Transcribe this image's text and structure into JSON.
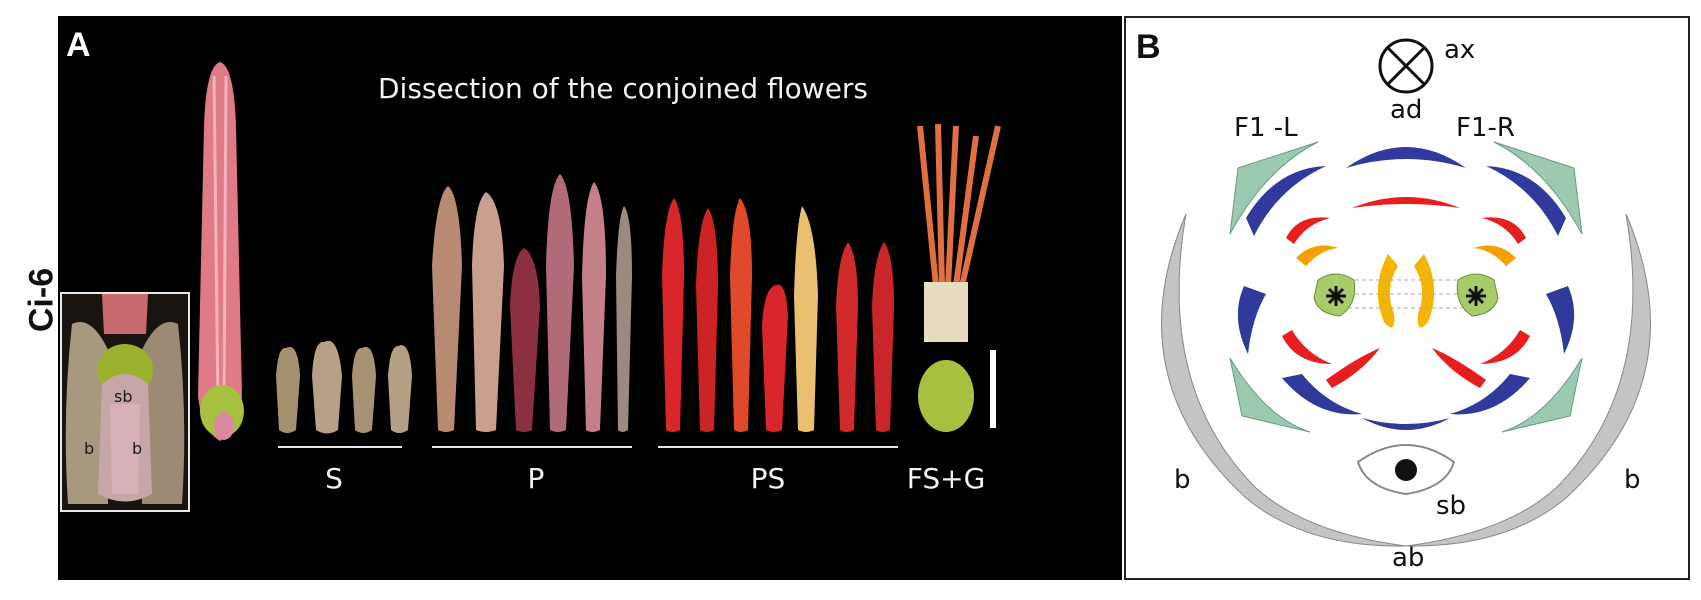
{
  "row_label": "Ci-6",
  "panel_a": {
    "letter": "A",
    "title": "Dissection of the conjoined flowers",
    "inset_labels": {
      "sb": "sb",
      "b_left": "b",
      "b_right": "b"
    },
    "groups": [
      {
        "label": "S"
      },
      {
        "label": "P"
      },
      {
        "label": "PS"
      },
      {
        "label": "FS+G"
      }
    ],
    "colors": {
      "background": "#000000",
      "bract_green": "#b8c83a",
      "tepal_red": "#d8262a",
      "bud_pink": "#e07a86"
    }
  },
  "panel_b": {
    "letter": "B",
    "labels": {
      "axis": "ax",
      "adaxial": "ad",
      "abaxial": "ab",
      "flower_left": "F1 -L",
      "flower_right": "F1-R",
      "bract_left": "b",
      "bract_right": "b",
      "secondary_bract": "sb"
    },
    "colors": {
      "bract": "#c4c4c4",
      "sepal": "#9ccab0",
      "petal": "#2f3a9c",
      "petaloid_stamen": "#e61e1e",
      "stamen": "#f5b400",
      "gynoecium": "#a9cc6a"
    }
  }
}
